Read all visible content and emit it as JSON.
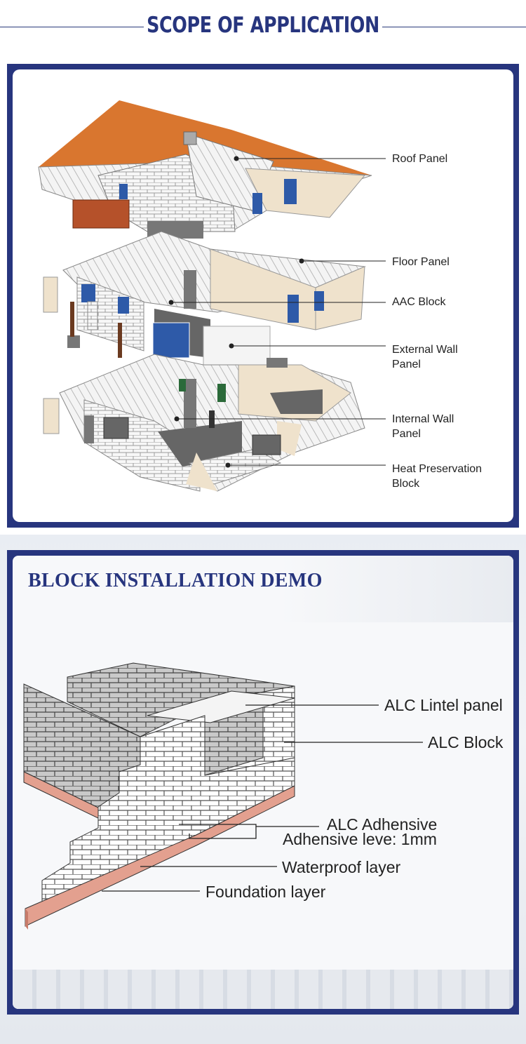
{
  "header": {
    "title": "SCOPE OF APPLICATION"
  },
  "house_diagram": {
    "labels": {
      "roof_panel": "Roof Panel",
      "floor_panel": "Floor Panel",
      "aac_block": "AAC Block",
      "external_wall_line1": "External Wall",
      "external_wall_line2": "Panel",
      "internal_wall_line1": "Internal Wall",
      "internal_wall_line2": "Panel",
      "heat_block_line1": "Heat Preservation",
      "heat_block_line2": "Block"
    }
  },
  "installation": {
    "title": "BLOCK INSTALLATION DEMO",
    "labels": {
      "lintel": "ALC Lintel panel",
      "block": "ALC Block",
      "adhesive": "ALC Adhensive",
      "adhesive_level": "Adhensive leve: 1mm",
      "waterproof": "Waterproof layer",
      "foundation": "Foundation layer"
    }
  },
  "colors": {
    "navy": "#27357e",
    "roof_orange": "#d9762f",
    "brick_pink": "#e3a08f",
    "wall_cream": "#efe2cc"
  }
}
